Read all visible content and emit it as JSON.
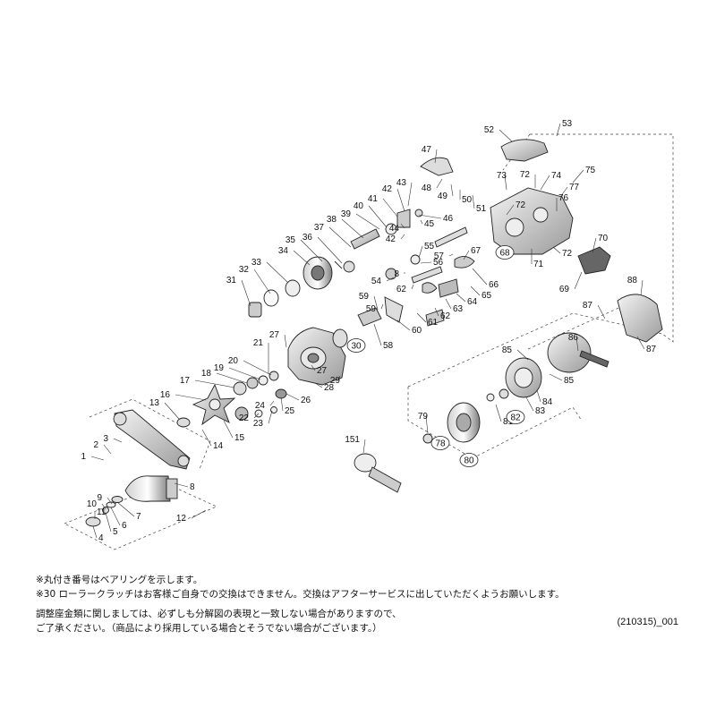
{
  "diagram": {
    "part_numbers": [
      "1",
      "2",
      "3",
      "4",
      "5",
      "6",
      "7",
      "8",
      "9",
      "10",
      "11",
      "12",
      "13",
      "14",
      "15",
      "16",
      "17",
      "18",
      "19",
      "20",
      "21",
      "22",
      "23",
      "24",
      "25",
      "26",
      "27",
      "28",
      "29",
      "31",
      "32",
      "33",
      "34",
      "35",
      "36",
      "37",
      "38",
      "39",
      "40",
      "41",
      "42",
      "43",
      "44",
      "45",
      "46",
      "47",
      "48",
      "49",
      "50",
      "51",
      "52",
      "53",
      "54",
      "55",
      "56",
      "57",
      "58",
      "59",
      "60",
      "61",
      "62",
      "63",
      "64",
      "65",
      "66",
      "67",
      "69",
      "70",
      "71",
      "72",
      "73",
      "74",
      "75",
      "76",
      "77",
      "79",
      "81",
      "83",
      "84",
      "85",
      "86",
      "87",
      "88",
      "151"
    ],
    "bearing_numbers": [
      "30",
      "68",
      "78",
      "80",
      "82"
    ]
  },
  "notes": {
    "line1": "※丸付き番号はベアリングを示します。",
    "line2": "※30 ローラークラッチはお客様ご自身での交換はできません。交換はアフターサービスに出していただくようお願いします。",
    "line3": "調整座金類に関しましては、必ずしも分解図の表現と一致しない場合がありますので、",
    "line4": "ご了承ください。（商品により採用している場合とそうでない場合がございます。）"
  },
  "doc_code": "(210315)_001",
  "colors": {
    "line": "#222222",
    "part_fill": "#e6e6e6",
    "part_dark": "#8a8a8a",
    "background": "#ffffff"
  }
}
